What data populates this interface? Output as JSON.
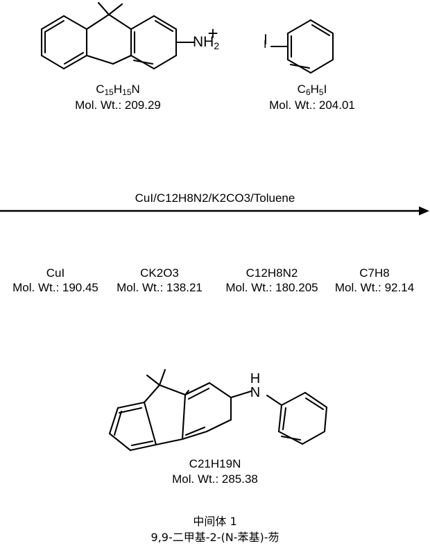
{
  "document": {
    "type": "chemical-reaction-scheme",
    "title": "Intermediate 1 synthesis scheme"
  },
  "reactants": [
    {
      "id": "fluorenamine",
      "name": "9,9-dimethylfluoren-2-amine",
      "label_atoms": "NH",
      "label_sub": "2",
      "formula_parts": [
        {
          "t": "C",
          "sub": false
        },
        {
          "t": "15",
          "sub": true
        },
        {
          "t": "H",
          "sub": false
        },
        {
          "t": "15",
          "sub": true
        },
        {
          "t": "N",
          "sub": false
        }
      ],
      "formula_plain": "C15H15N",
      "molwt": "Mol. Wt.: 209.29"
    },
    {
      "id": "iodobenzene",
      "name": "iodobenzene",
      "label_atoms": "I",
      "formula_parts": [
        {
          "t": "C",
          "sub": false
        },
        {
          "t": "6",
          "sub": true
        },
        {
          "t": "H",
          "sub": false
        },
        {
          "t": "5",
          "sub": true
        },
        {
          "t": "I",
          "sub": false
        }
      ],
      "formula_plain": "C6H5I",
      "molwt": "Mol. Wt.: 204.01"
    }
  ],
  "plus_symbol": "+",
  "arrow": {
    "label_parts": [
      {
        "t": "CuI/C",
        "sub": false
      },
      {
        "t": "12",
        "sub": true
      },
      {
        "t": "H",
        "sub": false
      },
      {
        "t": "8",
        "sub": true
      },
      {
        "t": "N",
        "sub": false
      },
      {
        "t": "2",
        "sub": true
      },
      {
        "t": "/K",
        "sub": false
      },
      {
        "t": "2",
        "sub": true
      },
      {
        "t": "CO",
        "sub": false
      },
      {
        "t": "3",
        "sub": true
      },
      {
        "t": "/Toluene",
        "sub": false
      }
    ],
    "label_plain": "CuI/C12H8N2/K2CO3/Toluene",
    "direction": "right"
  },
  "reagents": [
    {
      "formula_parts": [
        {
          "t": "CuI",
          "sub": false
        }
      ],
      "formula_plain": "CuI",
      "molwt": "Mol. Wt.: 190.45"
    },
    {
      "formula_parts": [
        {
          "t": "CK",
          "sub": false
        },
        {
          "t": "2",
          "sub": true
        },
        {
          "t": "O",
          "sub": false
        },
        {
          "t": "3",
          "sub": true
        }
      ],
      "formula_plain": "CK2O3",
      "molwt": "Mol. Wt.: 138.21"
    },
    {
      "formula_parts": [
        {
          "t": "C",
          "sub": false
        },
        {
          "t": "12",
          "sub": true
        },
        {
          "t": "H",
          "sub": false
        },
        {
          "t": "8",
          "sub": true
        },
        {
          "t": "N",
          "sub": false
        },
        {
          "t": "2",
          "sub": true
        }
      ],
      "formula_plain": "C12H8N2",
      "molwt": "Mol. Wt.: 180.205"
    },
    {
      "formula_parts": [
        {
          "t": "C",
          "sub": false
        },
        {
          "t": "7",
          "sub": true
        },
        {
          "t": "H",
          "sub": false
        },
        {
          "t": "8",
          "sub": true
        }
      ],
      "formula_plain": "C7H8",
      "molwt": "Mol. Wt.: 92.14"
    }
  ],
  "product": {
    "id": "intermediate-1",
    "name": "9,9-dimethyl-2-(N-phenyl)amino-fluorene",
    "nh_label_n": "N",
    "nh_label_h": "H",
    "formula_parts": [
      {
        "t": "C",
        "sub": false
      },
      {
        "t": "21",
        "sub": true
      },
      {
        "t": "H",
        "sub": false
      },
      {
        "t": "19",
        "sub": true
      },
      {
        "t": "N",
        "sub": false
      }
    ],
    "formula_plain": "C21H19N",
    "molwt": "Mol. Wt.: 285.38",
    "caption_cn_line1": "中间体 1",
    "caption_cn_line2": "9,9-二甲基-2-(N-苯基)-芴"
  },
  "colors": {
    "ink": "#000000",
    "background": "#ffffff"
  }
}
